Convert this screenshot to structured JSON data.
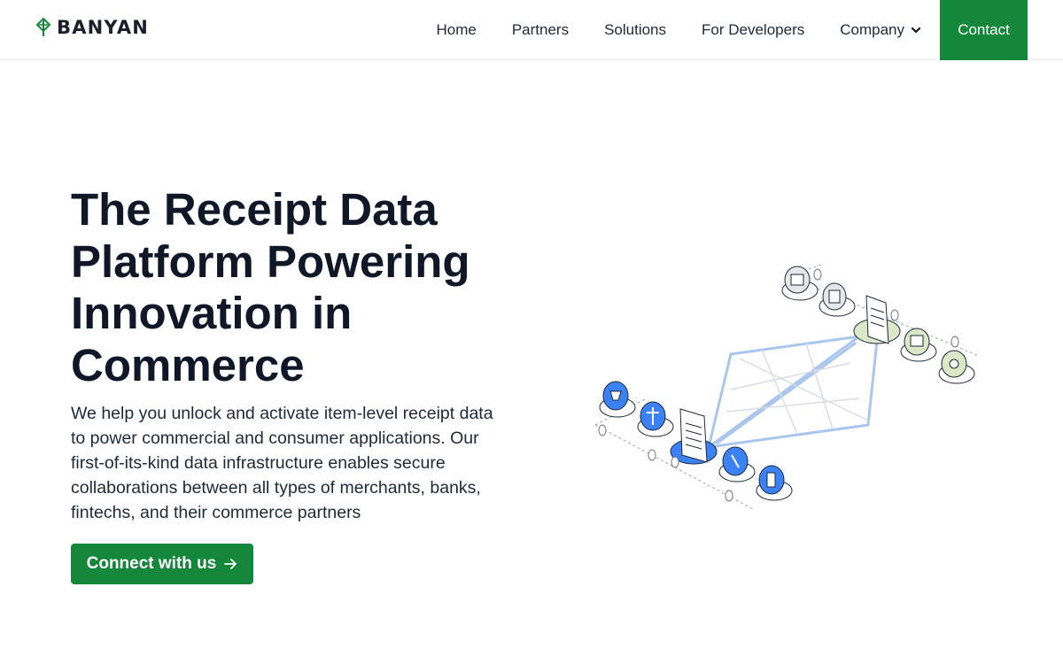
{
  "brand": {
    "name": "BANYAN",
    "accent": "#14873b"
  },
  "nav": {
    "items": [
      {
        "label": "Home"
      },
      {
        "label": "Partners"
      },
      {
        "label": "Solutions"
      },
      {
        "label": "For Developers"
      },
      {
        "label": "Company",
        "icon": "chevron-down-icon"
      }
    ],
    "contact_label": "Contact"
  },
  "hero": {
    "title": "The Receipt Data Platform Powering Innovation in Commerce",
    "description": "We help you unlock and activate item-level receipt data to power commercial and consumer applications. Our first-of-its-kind data infrastructure enables secure collaborations between all types of merchants, banks, fintechs, and their commerce partners",
    "cta_label": "Connect with us",
    "cta_icon": "arrow-right-icon"
  },
  "colors": {
    "text": "#101828",
    "node_blue": "#3b82f6",
    "node_green": "#dbe8c8",
    "line_blue": "#a9c6ee"
  }
}
